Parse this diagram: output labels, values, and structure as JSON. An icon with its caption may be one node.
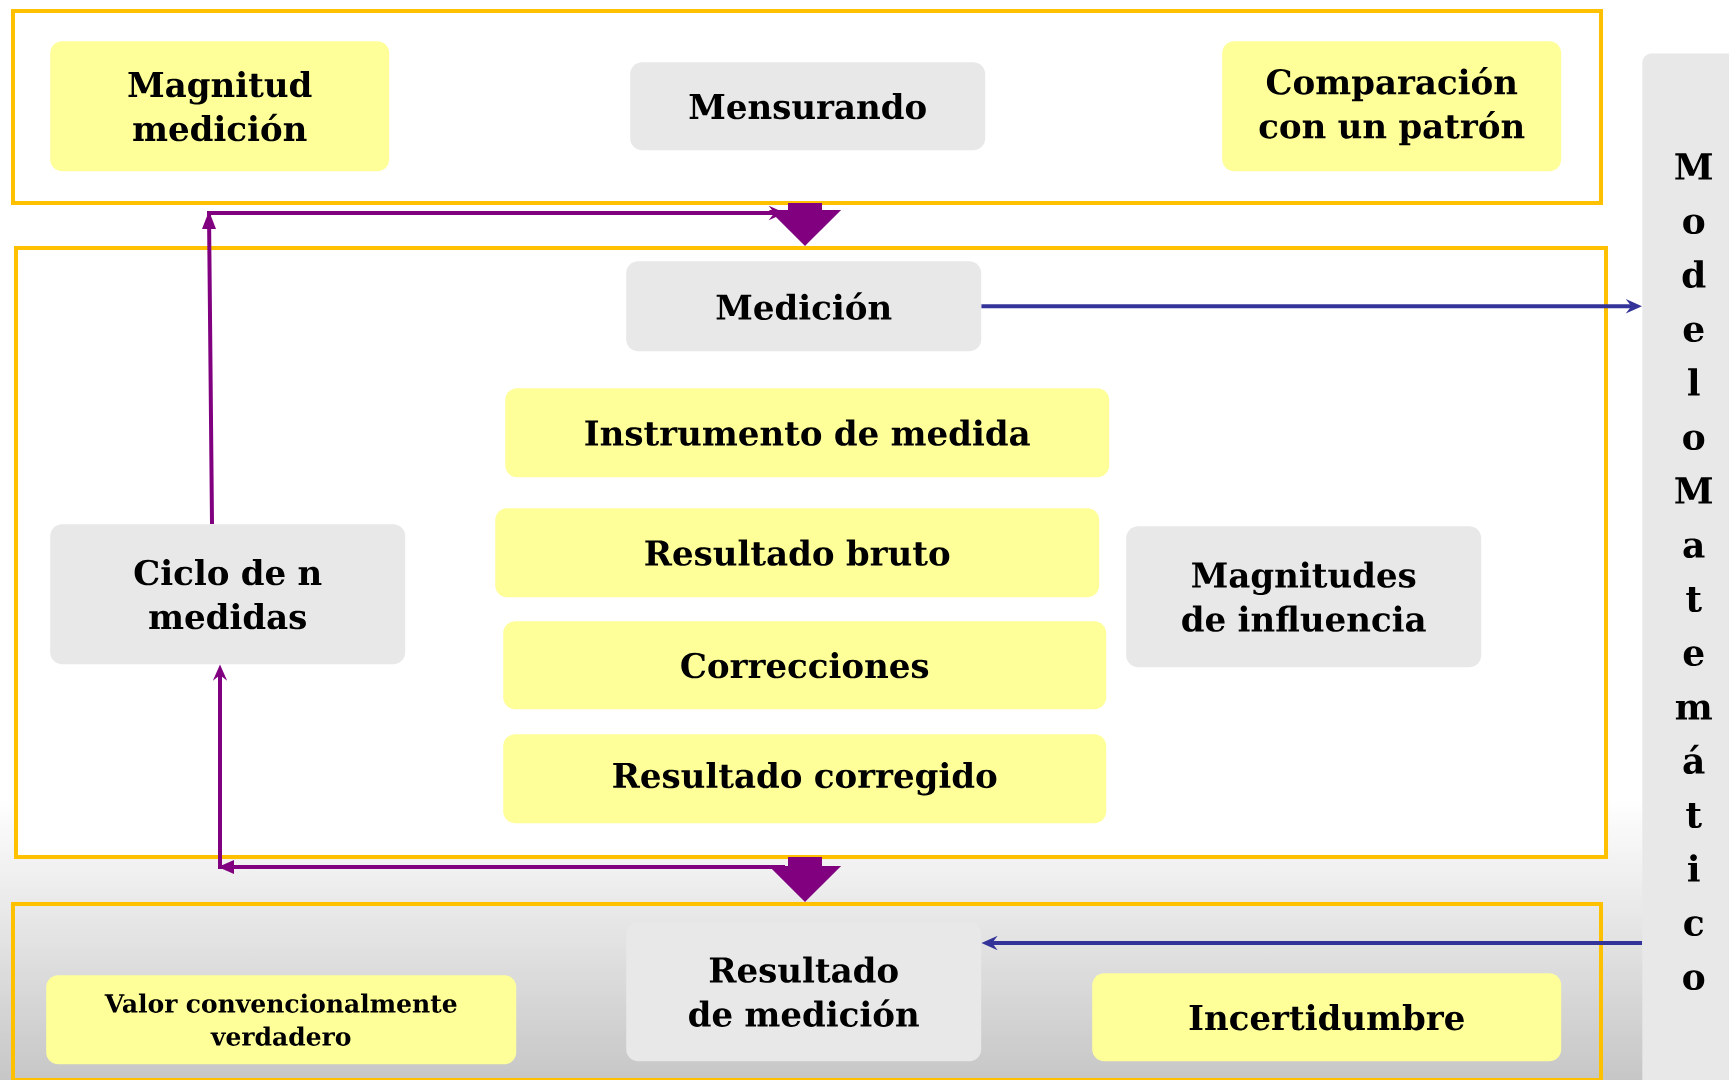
{
  "diagram": {
    "nodes": [
      {
        "text": [],
        "shape": "box"
      },
      {
        "text": [
          "Magnitud medición"
        ],
        "in": 0
      },
      {
        "text": [
          "Mensurando"
        ],
        "in": 0
      },
      {
        "text": [
          "Comparación con un patrón"
        ],
        "in": 0
      },
      {
        "text": [],
        "shape": "box"
      },
      {
        "text": [
          "Medición"
        ],
        "in": 4
      },
      {
        "text": [
          "Instrumento de medida"
        ],
        "in": 4
      },
      {
        "text": [
          "Ciclo de n medidas"
        ],
        "in": 4
      },
      {
        "text": [
          "Resultado bruto"
        ],
        "in": 4
      },
      {
        "text": [
          "Magnitudes de influencia"
        ],
        "in": 4
      },
      {
        "text": [
          "Correcciones"
        ],
        "in": 4
      },
      {
        "text": [
          "Resultado corregido"
        ],
        "in": 4
      },
      {
        "text": [],
        "shape": "box"
      },
      {
        "text": [
          "Resultado de medición"
        ],
        "in": 12
      },
      {
        "text": [
          "Valor convencionalmente verdadero"
        ],
        "in": 12
      },
      {
        "text": [
          "Incertidumbre"
        ],
        "in": 12
      },
      {
        "text": [
          "Modelo Matemático"
        ]
      }
    ],
    "edges": [
      {
        "from": 0,
        "to": 4,
        "arrow": "to",
        "style": "thick"
      },
      {
        "from": 4,
        "to": 12,
        "arrow": "to",
        "style": "thick"
      },
      {
        "from": 7,
        "to": 0,
        "arrow": "to"
      },
      {
        "from": 4,
        "to": 7,
        "arrow": "to"
      },
      {
        "from": 5,
        "to": 16,
        "arrow": "to",
        "color": "#333399"
      },
      {
        "from": 16,
        "to": 13,
        "arrow": "to",
        "color": "#333399"
      }
    ]
  }
}
